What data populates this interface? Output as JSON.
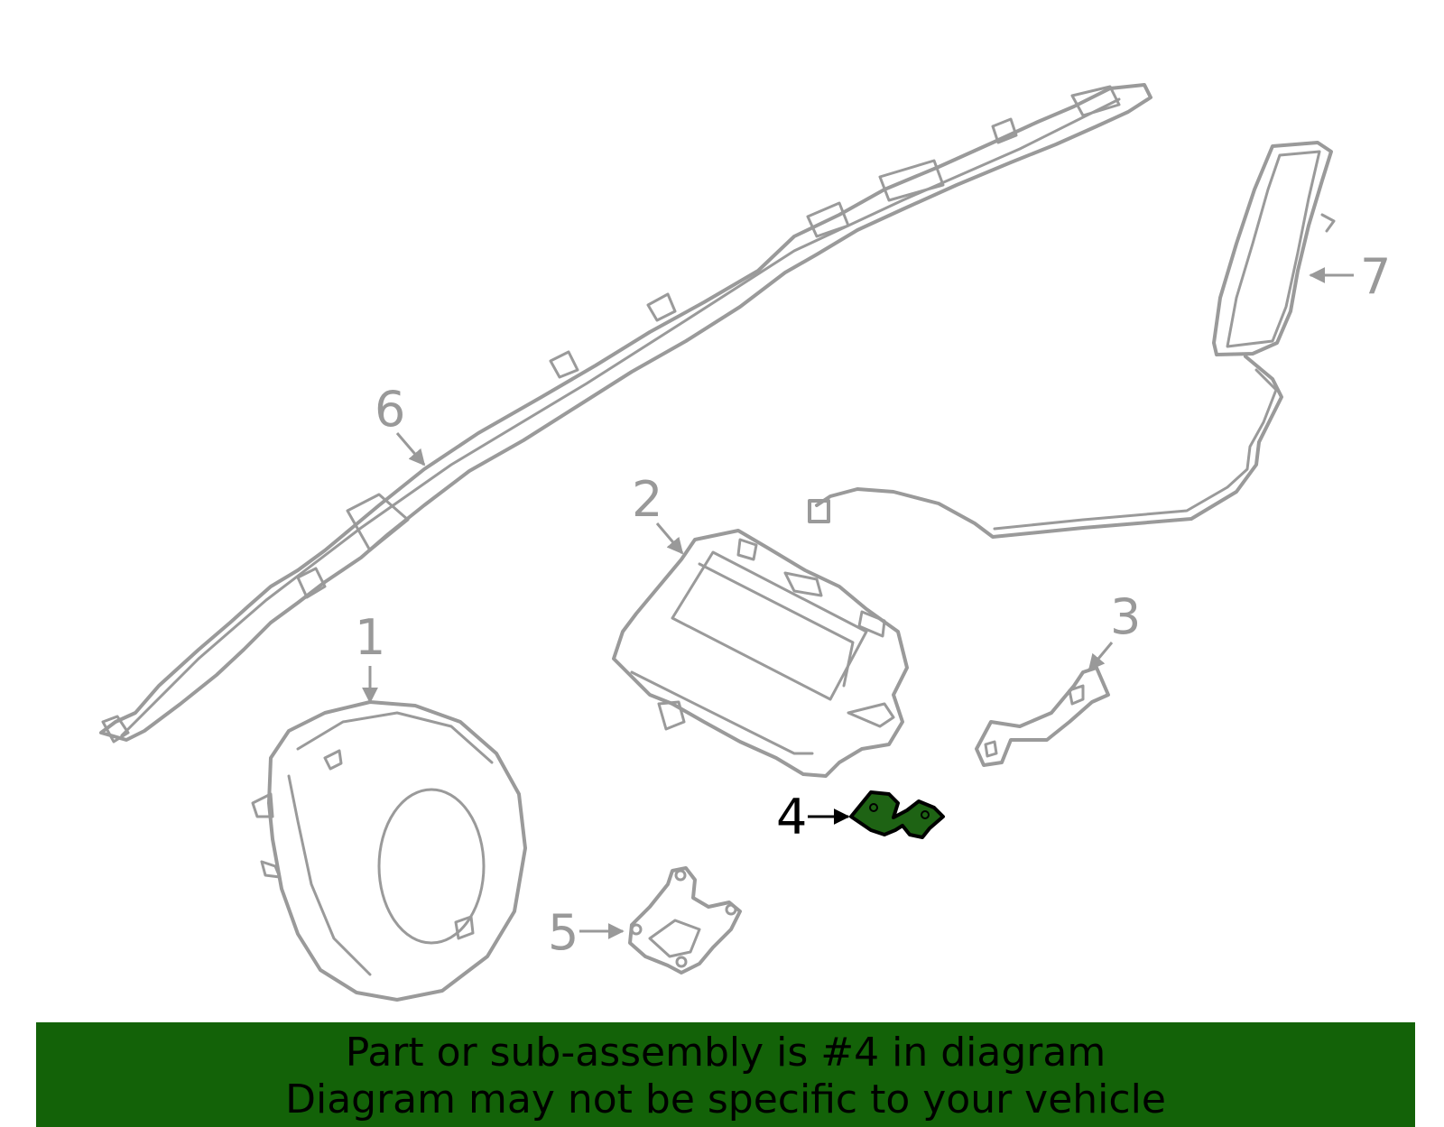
{
  "diagram": {
    "callouts": [
      {
        "number": "1"
      },
      {
        "number": "2"
      },
      {
        "number": "3"
      },
      {
        "number": "4"
      },
      {
        "number": "5"
      },
      {
        "number": "6"
      },
      {
        "number": "7"
      }
    ],
    "highlighted_callout": "4",
    "colors": {
      "line": "#9a9a9a",
      "highlight_fill": "#1e6314",
      "banner": "#136208"
    }
  },
  "banner": {
    "line1": "Part or sub-assembly is #4 in diagram",
    "line2": "Diagram may not be specific to your vehicle"
  }
}
